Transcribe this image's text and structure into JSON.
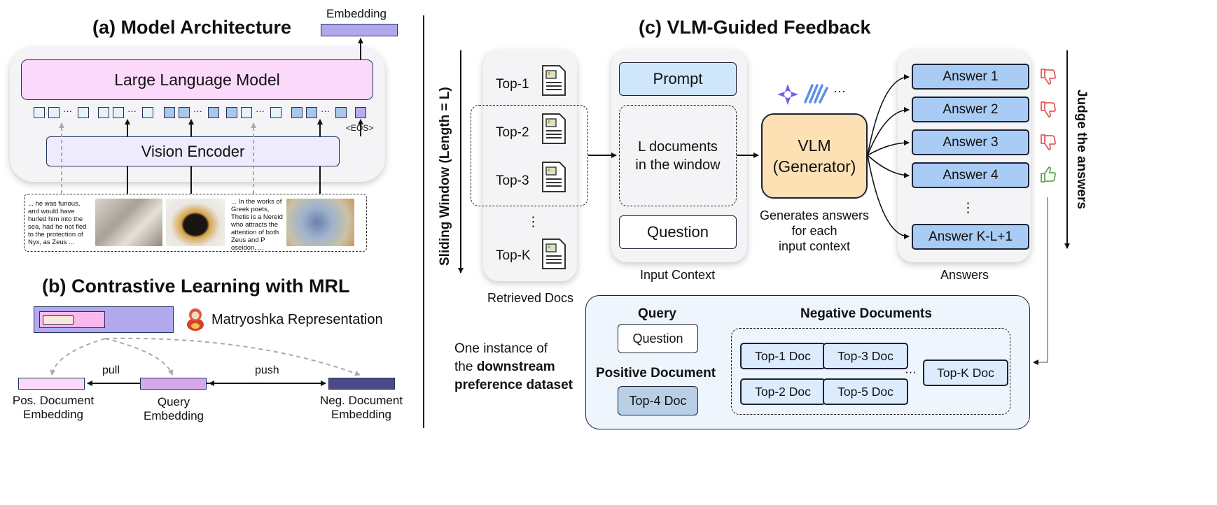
{
  "panel_a": {
    "title": "(a)  Model Architecture",
    "embedding_label": "Embedding",
    "llm_label": "Large Language Model",
    "eos_label": "<EOS>",
    "vision_encoder_label": "Vision Encoder",
    "text_snippet_1": "... he was furious, and would have hurled him into the sea, had he not fled to the protection of Nyx, as Zeus ...",
    "text_snippet_2": "... In the works of Greek poets, Thetis is a Nereid who attracts the attention of both Zeus and P oseidon, ...",
    "token_ellipsis": "···"
  },
  "panel_b": {
    "title": "(b)  Contrastive Learning with MRL",
    "matryoshka_label": "Matryoshka Representation",
    "pull_label": "pull",
    "push_label": "push",
    "pos_label": "Pos. Document\nEmbedding",
    "query_label": "Query\nEmbedding",
    "neg_label": "Neg. Document\nEmbedding"
  },
  "panel_c": {
    "title": "(c)  VLM-Guided Feedback",
    "sliding_window_label": "Sliding Window (Length = L)",
    "retrieved_docs": [
      "Top-1",
      "Top-2",
      "Top-3",
      "⋮",
      "Top-K"
    ],
    "retrieved_docs_caption": "Retrieved Docs",
    "prompt_label": "Prompt",
    "window_docs_label": "L documents\nin the window",
    "question_label": "Question",
    "input_context_caption": "Input Context",
    "vlm_label": "VLM\n(Generator)",
    "vlm_logos_ellipsis": "···",
    "generates_caption": "Generates answers\nfor each\ninput context",
    "answers": [
      "Answer 1",
      "Answer 2",
      "Answer 3",
      "Answer 4",
      "Answer K-L+1"
    ],
    "answers_ellipsis": "⋮",
    "answers_caption": "Answers",
    "judge_label": "Judge the answers",
    "instance_caption_1": "One instance of",
    "instance_caption_2": "the ",
    "instance_caption_bold_1": "downstream",
    "instance_caption_bold_2": "preference dataset",
    "query_header": "Query",
    "query_value": "Question",
    "positive_header": "Positive Document",
    "positive_value": "Top-4 Doc",
    "negative_header": "Negative Documents",
    "negative_docs": [
      "Top-1 Doc",
      "Top-3 Doc",
      "Top-2 Doc",
      "Top-5 Doc",
      "Top-K Doc"
    ],
    "negative_ellipsis": "···",
    "colors": {
      "llm": "#fbd9fb",
      "vision": "#eeebfd",
      "embedding": "#b1a8ee",
      "answer": "#a9ccf5",
      "vlm": "#fde0b3",
      "prompt": "#cfe6fb",
      "thumbs_down": "#e35a5a",
      "thumbs_up": "#59a84a",
      "neg_embedding": "#4c4a86",
      "query_embedding": "#d5a8ec"
    }
  }
}
